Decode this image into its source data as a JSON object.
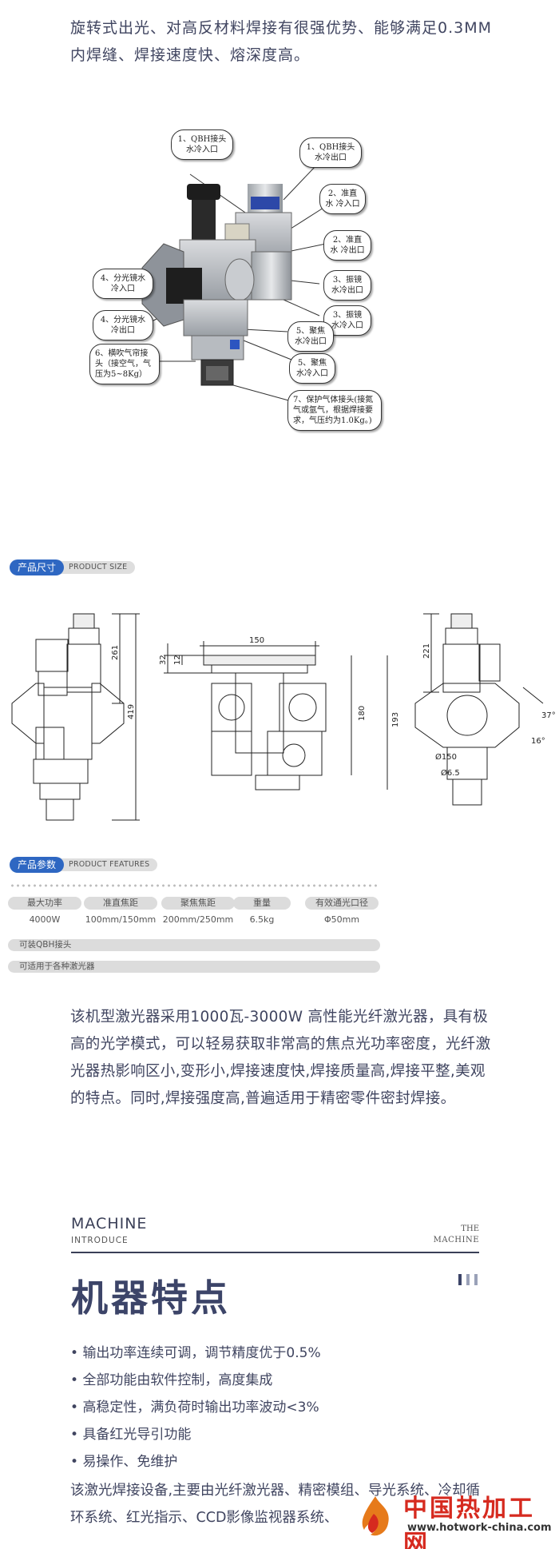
{
  "intro_text": "旋转式出光、对高反材料焊接有很强优势、能够满足0.3MM内焊缝、焊接速度快、熔深度高。",
  "callouts": [
    "1、QBH接头 水冷入口",
    "1、QBH接头 水冷出口",
    "2、准直水 冷入口",
    "2、准直水 冷出口",
    "4、分光镜水 冷入口",
    "4、分光镜水 冷出口",
    "3、振镜 水冷出口",
    "3、振镜 水冷入口",
    "5、聚焦 水冷出口",
    "5、聚焦 水冷入口",
    "6、横吹气帘接头（接空气，气压为5~8Kg）",
    "7、保护气体接头(接氮气或氩气，根据焊接要求，气压约为1.0Kg。)"
  ],
  "size_tag": {
    "label": "产品尺寸",
    "sub": "PRODUCT SIZE"
  },
  "dimensions": {
    "left_261": "261",
    "left_419": "419",
    "top_150": "150",
    "mid_32": "32",
    "mid_12": "12",
    "mid_180": "180",
    "mid_193": "193",
    "right_221": "221",
    "right_37": "37°",
    "right_16": "16°",
    "right_phi150": "Ø150",
    "right_phi65": "Ø6.5"
  },
  "param_tag": {
    "label": "产品参数",
    "sub": "PRODUCT FEATURES"
  },
  "specs": [
    {
      "label": "最大功率",
      "value": "4000W"
    },
    {
      "label": "准直焦距",
      "value": "100mm/150mm"
    },
    {
      "label": "聚焦焦距",
      "value": "200mm/250mm"
    },
    {
      "label": "重量",
      "value": "6.5kg"
    },
    {
      "label": "有效通光口径",
      "value": "Φ50mm"
    }
  ],
  "bar1": "可装QBH接头",
  "bar2": "可适用于各种激光器",
  "paragraph": "该机型激光器采用1000瓦-3000W 高性能光纤激光器，具有极高的光学模式，可以轻易获取非常高的焦点光功率密度，光纤激光器热影响区小,变形小,焊接速度快,焊接质量高,焊接平整,美观的特点。同时,焊接强度高,普遍适用于精密零件密封焊接。",
  "section": {
    "title_en": "MACHINE",
    "sub_en": "INTRODUCE",
    "the1": "THE",
    "the2": "MACHINE",
    "title_cn": "机器特点"
  },
  "features": [
    "输出功率连续可调，调节精度优于0.5%",
    "全部功能由软件控制，高度集成",
    "高稳定性，满负荷时输出功率波动<3%",
    "具备红光导引功能",
    "易操作、免维护"
  ],
  "last_paragraph": "该激光焊接设备,主要由光纤激光器、精密模组、导光系统、冷却循环系统、红光指示、CCD影像监视器系统、",
  "watermark": {
    "cn": "中国热加工网",
    "en": "www.hotwork-china.com"
  }
}
